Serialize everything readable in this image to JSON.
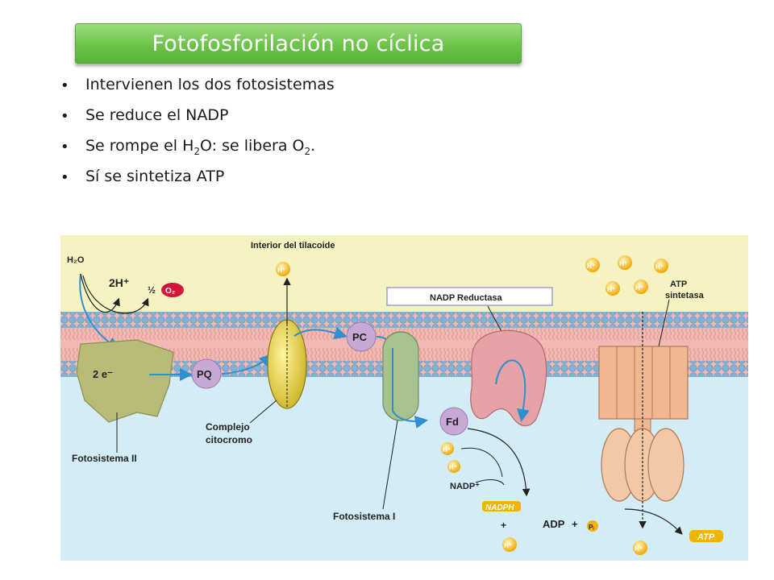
{
  "title": "Fotofosforilación  no cíclica",
  "bullets": {
    "b1": "Intervienen los dos fotosistemas",
    "b2": "Se reduce el NADP",
    "b3_pre": "Se rompe el H",
    "b3_sub1": "2",
    "b3_mid": "O: se libera O",
    "b3_sub2": "2",
    "b3_post": ".",
    "b4": "Sí se sintetiza ATP"
  },
  "diagram": {
    "interior_label": "Interior del tilacoide",
    "h2o": "H₂O",
    "two_h": "2H⁺",
    "half": "½",
    "o2": "O₂",
    "electron_text": "2 e⁻",
    "pq": "PQ",
    "pc": "PC",
    "fd": "Fd",
    "hplus": "H⁺",
    "nadp_reductasa": "NADP Reductasa",
    "atp_sintetasa_1": "ATP",
    "atp_sintetasa_2": "sintetasa",
    "complejo_1": "Complejo",
    "complejo_2": "citocromo",
    "fotosistema_ii": "Fotosistema II",
    "fotosistema_i": "Fotosistema I",
    "nadp_plus": "NADP⁺",
    "nadph": "NADPH",
    "plus": "+",
    "adp": "ADP",
    "pi": "Pᵢ",
    "atp": "ATP"
  },
  "colors": {
    "title_green": "#6cc34a",
    "stroma_blue": "#d3ecf6",
    "lumen_yellow": "#f5f3c2",
    "membrane_pink": "#f2b9b4",
    "head_blue": "#7fb2d6",
    "arrow_blue": "#2e8fd1"
  }
}
